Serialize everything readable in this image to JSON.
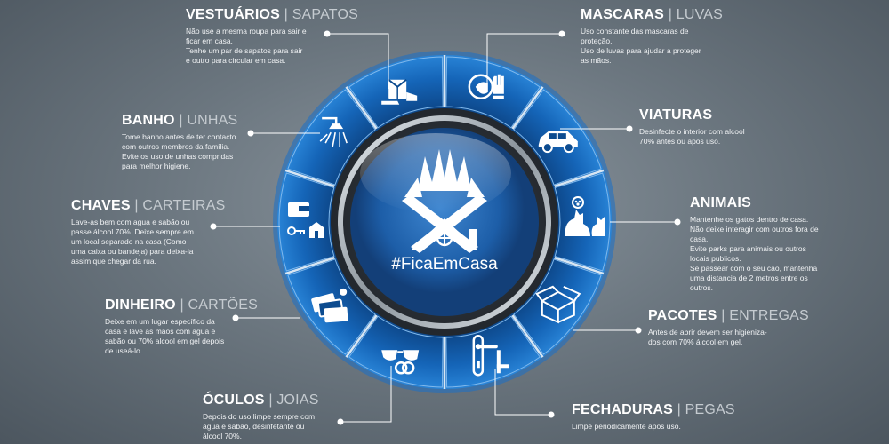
{
  "center": {
    "hashtag": "#FicaEmCasa"
  },
  "sep": "|",
  "sections": [
    {
      "key": "vestuarios",
      "title": "VESTUÁRIOS",
      "subtitle": "SAPATOS",
      "text": "Não use a mesma roupa para sair e\nficar em casa.\nTenhe um par de sapatos para sair\ne outro para circular em casa.",
      "icon": "shirt-shoes-icon"
    },
    {
      "key": "mascaras",
      "title": "MASCARAS",
      "subtitle": "LUVAS",
      "text": "Uso constante das mascaras de\nproteção.\nUso de luvas para ajudar a proteger\nas mãos.",
      "icon": "mask-gloves-icon"
    },
    {
      "key": "banho",
      "title": "BANHO",
      "subtitle": "UNHAS",
      "text": "Tome banho antes de ter contacto\ncom outros membros da família.\nEvite os uso de unhas compridas\npara melhor higiene.",
      "icon": "shower-icon"
    },
    {
      "key": "viaturas",
      "title": "VIATURAS",
      "subtitle": "",
      "text": "Desinfecte o interior com alcool\n70% antes ou apos uso.",
      "icon": "car-icon"
    },
    {
      "key": "chaves",
      "title": "CHAVES",
      "subtitle": "CARTEIRAS",
      "text": "Lave-as bem com agua e sabão ou\npasse álcool 70%. Deixe sempre em\num local separado na casa (Como\numa caixa ou bandeja) para deixa-la\nassim que chegar da rua.",
      "icon": "wallet-keys-icon"
    },
    {
      "key": "animais",
      "title": "ANIMAIS",
      "subtitle": "",
      "text": "Mantenhe os gatos dentro de casa.\nNão deixe interagir com outros fora de\ncasa.\nEvite parks para animais ou outros\nlocais publicos.\nSe passear com o seu cão, mantenha\numa distancia de 2 metros entre os\noutros.",
      "icon": "pets-icon"
    },
    {
      "key": "dinheiro",
      "title": "DINHEIRO",
      "subtitle": "CARTÕES",
      "text": "Deixe em um lugar específico da\ncasa e lave as mãos com agua e\nsabão ou 70% alcool em gel depois\nde useá-lo .",
      "icon": "money-cards-icon"
    },
    {
      "key": "pacotes",
      "title": "PACOTES",
      "subtitle": "ENTREGAS",
      "text": "Antes de abrir devem ser higieniza-\ndos com 70% álcool em gel.",
      "icon": "box-icon"
    },
    {
      "key": "oculos",
      "title": "ÓCULOS",
      "subtitle": "JOIAS",
      "text": "Depois do uso limpe sempre com\nágua e sabão, desinfetante ou\nálcool 70%.",
      "icon": "glasses-rings-icon"
    },
    {
      "key": "fechaduras",
      "title": "FECHADURAS",
      "subtitle": "PEGAS",
      "text": "Limpe periodicamente apos uso.",
      "icon": "door-handle-icon"
    }
  ]
}
